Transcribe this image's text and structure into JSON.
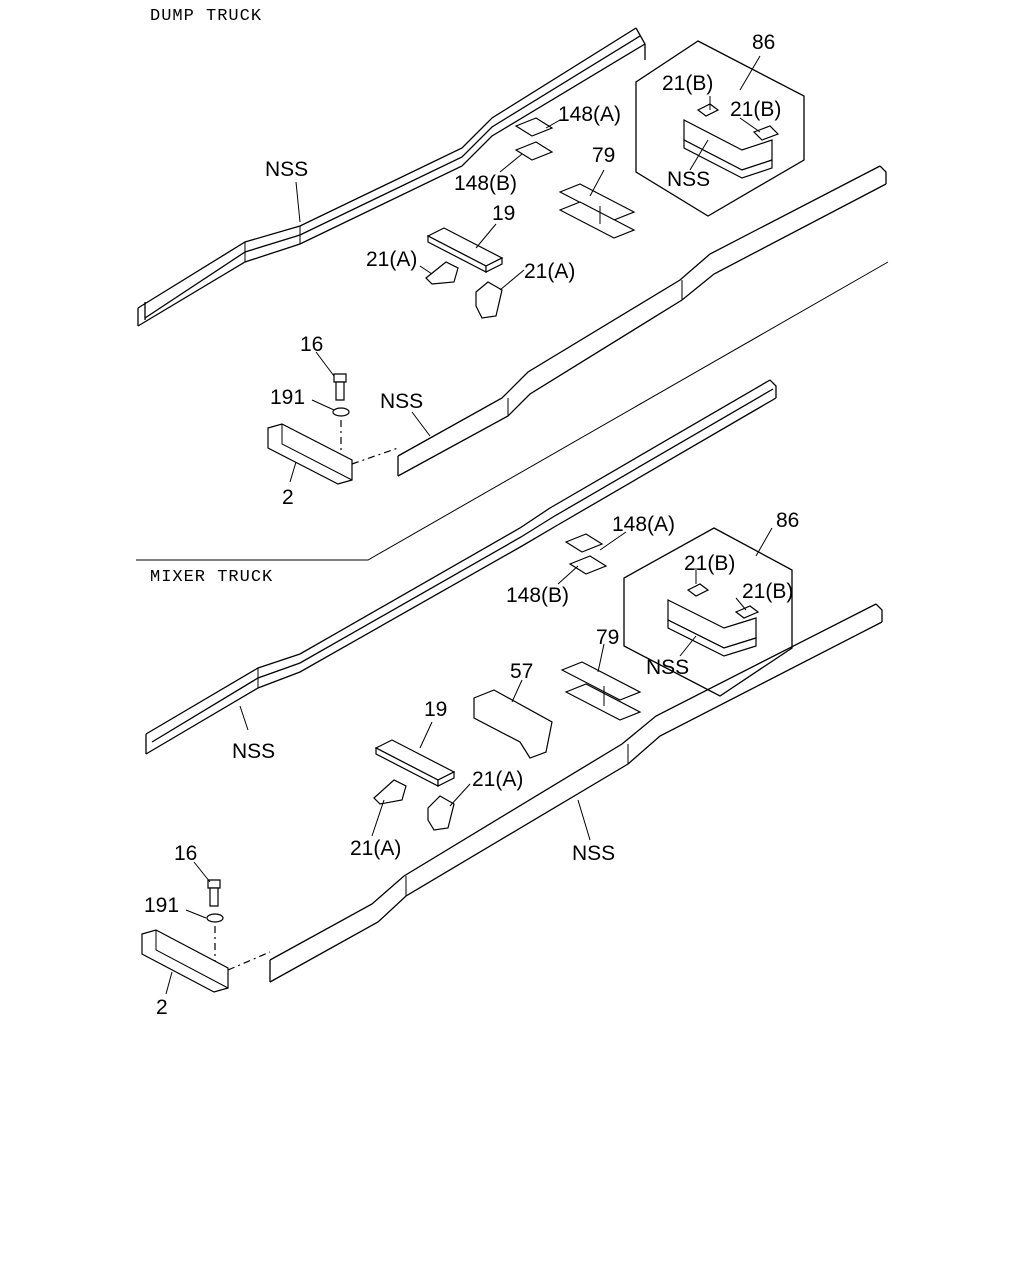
{
  "sections": {
    "dump": {
      "title": "DUMP TRUCK"
    },
    "mixer": {
      "title": "MIXER TRUCK"
    }
  },
  "dump_labels": {
    "nss_left_rail": "NSS",
    "p148a": "148(A)",
    "p148b": "148(B)",
    "p79": "79",
    "p86": "86",
    "p21b_1": "21(B)",
    "p21b_2": "21(B)",
    "nss_inset": "NSS",
    "p19": "19",
    "p21a_left": "21(A)",
    "p21a_right": "21(A)",
    "p16": "16",
    "p191": "191",
    "nss_right_rail": "NSS",
    "p2": "2"
  },
  "mixer_labels": {
    "p148a": "148(A)",
    "p148b": "148(B)",
    "p86": "86",
    "p21b_1": "21(B)",
    "p21b_2": "21(B)",
    "nss_inset": "NSS",
    "p79": "79",
    "p57": "57",
    "p19": "19",
    "nss_left_rail": "NSS",
    "p21a_right": "21(A)",
    "p21a_left": "21(A)",
    "nss_right_rail": "NSS",
    "p16": "16",
    "p191": "191",
    "p2": "2"
  }
}
